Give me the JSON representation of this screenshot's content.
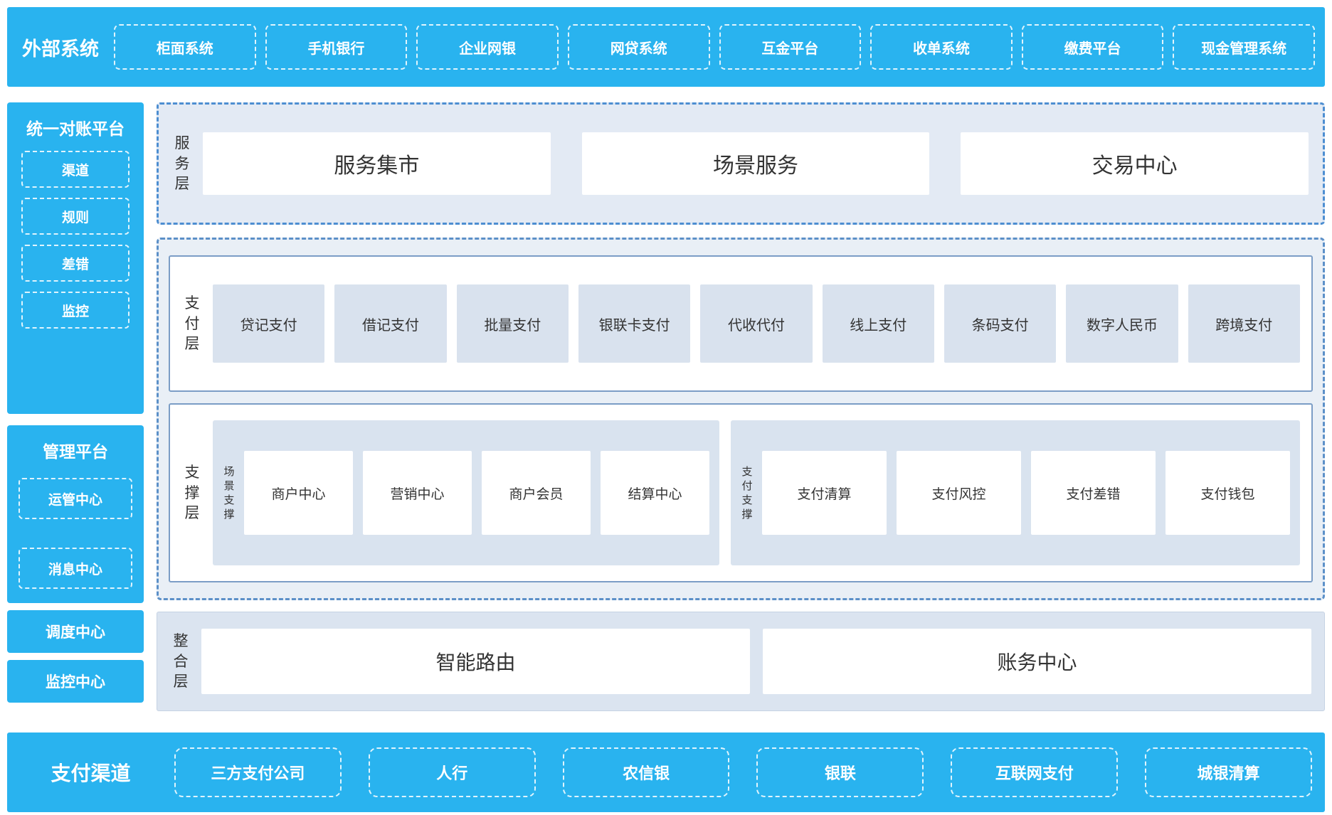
{
  "colors": {
    "accent_blue": "#29b3ef",
    "panel_fill": "#e9eff6",
    "service_fill": "#e3eaf4",
    "item_fill": "#d9e2ee",
    "group_fill": "#d9e3ef",
    "dashed_border": "#5c90c8",
    "box_border": "#7b9dc6",
    "text_dark": "#333333",
    "white": "#ffffff"
  },
  "external_systems": {
    "title": "外部系统",
    "items": [
      "柜面系统",
      "手机银行",
      "企业网银",
      "网贷系统",
      "互金平台",
      "收单系统",
      "缴费平台",
      "现金管理系统"
    ]
  },
  "left_panel": {
    "reconciliation": {
      "title": "统一对账平台",
      "items": [
        "渠道",
        "规则",
        "差错",
        "监控"
      ]
    },
    "management": {
      "title": "管理平台",
      "items": [
        "运管中心",
        "消息中心"
      ]
    },
    "dispatch_center": "调度中心",
    "monitor_center": "监控中心"
  },
  "service_layer": {
    "label": "服务层",
    "items": [
      "服务集市",
      "场景服务",
      "交易中心"
    ]
  },
  "payment_layer": {
    "label": "支付层",
    "items": [
      "贷记支付",
      "借记支付",
      "批量支付",
      "银联卡支付",
      "代收代付",
      "线上支付",
      "条码支付",
      "数字人民币",
      "跨境支付"
    ]
  },
  "support_layer": {
    "label": "支撑层",
    "scene_group": {
      "label": "场景支撑",
      "items": [
        "商户中心",
        "营销中心",
        "商户会员",
        "结算中心"
      ]
    },
    "payment_group": {
      "label": "支付支撑",
      "items": [
        "支付清算",
        "支付风控",
        "支付差错",
        "支付钱包"
      ]
    }
  },
  "integration_layer": {
    "label": "整合层",
    "items": [
      "智能路由",
      "账务中心"
    ]
  },
  "payment_channels": {
    "title": "支付渠道",
    "items": [
      "三方支付公司",
      "人行",
      "农信银",
      "银联",
      "互联网支付",
      "城银清算"
    ]
  }
}
